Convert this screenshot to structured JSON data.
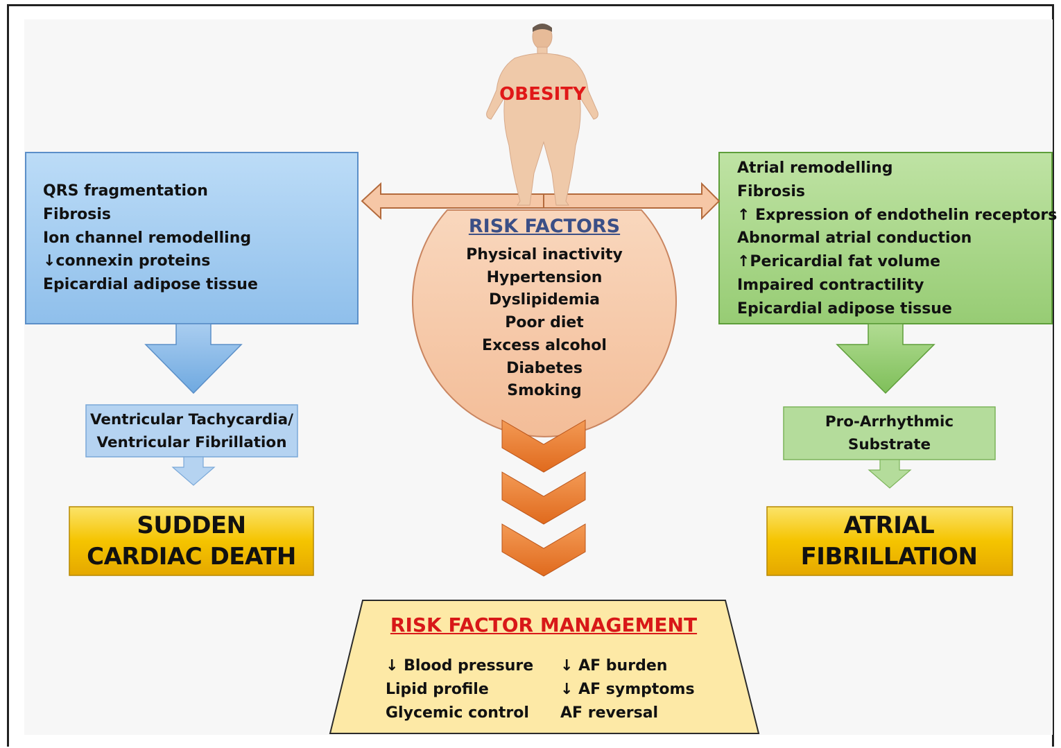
{
  "center": {
    "obesity_label": "OBESITY",
    "risk_factors_title": "RISK FACTORS",
    "risk_factors": [
      "Physical inactivity",
      "Hypertension",
      "Dyslipidemia",
      "Poor diet",
      "Excess alcohol",
      "Diabetes",
      "Smoking"
    ]
  },
  "left_panel": {
    "items": [
      "QRS fragmentation",
      "Fibrosis",
      "Ion channel remodelling",
      "↓connexin proteins",
      "Epicardial adipose tissue"
    ],
    "intermediate": [
      "Ventricular Tachycardia/",
      "Ventricular Fibrillation"
    ],
    "outcome": [
      "SUDDEN",
      "CARDIAC DEATH"
    ]
  },
  "right_panel": {
    "items": [
      "Atrial remodelling",
      "Fibrosis",
      "↑ Expression of endothelin receptors",
      "Abnormal atrial conduction",
      "↑Pericardial fat volume",
      "Impaired contractility",
      "Epicardial adipose tissue"
    ],
    "intermediate": [
      "Pro-Arrhythmic",
      "Substrate"
    ],
    "outcome": [
      "ATRIAL",
      "FIBRILLATION"
    ]
  },
  "management": {
    "title": "RISK FACTOR MANAGEMENT",
    "col1": [
      "↓ Blood pressure",
      "Lipid profile",
      "Glycemic control"
    ],
    "col2": [
      "↓ AF burden",
      "↓ AF symptoms",
      "AF reversal"
    ]
  },
  "colors": {
    "blue_box": "#a9cdf0",
    "green_box": "#a8d68c",
    "peach": "#f6c7a6",
    "chevron": "#ec7a2c",
    "gold": "#f5c400",
    "management_box": "#fde9a6",
    "obesity_text": "#e01818",
    "risk_title": "#3b4f86",
    "management_title": "#d81818"
  }
}
